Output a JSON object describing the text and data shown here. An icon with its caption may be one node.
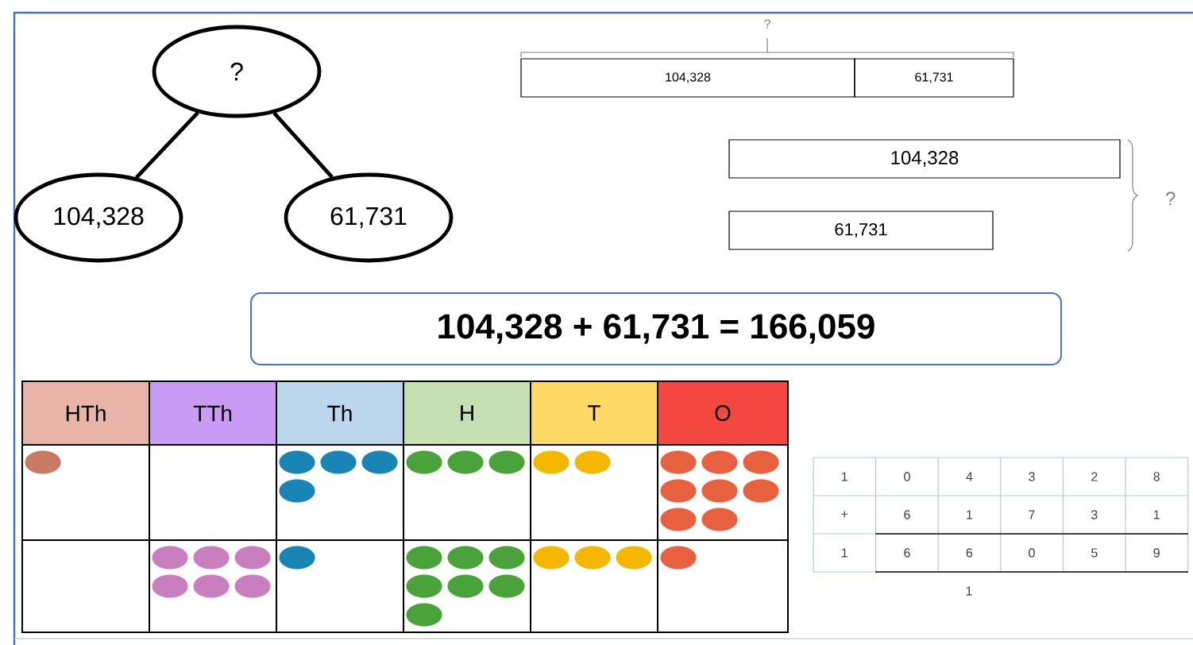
{
  "diagram": {
    "nodes": [
      {
        "text": [
          "?"
        ]
      },
      {
        "text": [
          "104,328"
        ]
      },
      {
        "text": [
          "61,731"
        ]
      },
      {
        "text": [
          "104,328"
        ]
      },
      {
        "text": [
          "61,731"
        ]
      },
      {
        "text": [
          "104,328"
        ]
      },
      {
        "text": [
          "61,731"
        ]
      },
      {
        "text": [
          "104,328 + 61,731 = 166,059"
        ]
      },
      {
        "text": [
          "HTh"
        ]
      },
      {
        "text": [
          "TTh"
        ]
      },
      {
        "text": [
          "Th"
        ]
      },
      {
        "text": [
          "H"
        ]
      },
      {
        "text": [
          "T"
        ]
      },
      {
        "text": [
          "O"
        ]
      }
    ],
    "edges": [
      {
        "from": 0,
        "to": 1,
        "arrow": "none"
      },
      {
        "from": 0,
        "to": 2,
        "arrow": "none"
      }
    ],
    "labels": [
      "?",
      "?",
      "1",
      "0",
      "4",
      "3",
      "2",
      "8",
      "+",
      "6",
      "1",
      "7",
      "3",
      "1",
      "1",
      "6",
      "6",
      "0",
      "5",
      "9",
      "1"
    ]
  }
}
